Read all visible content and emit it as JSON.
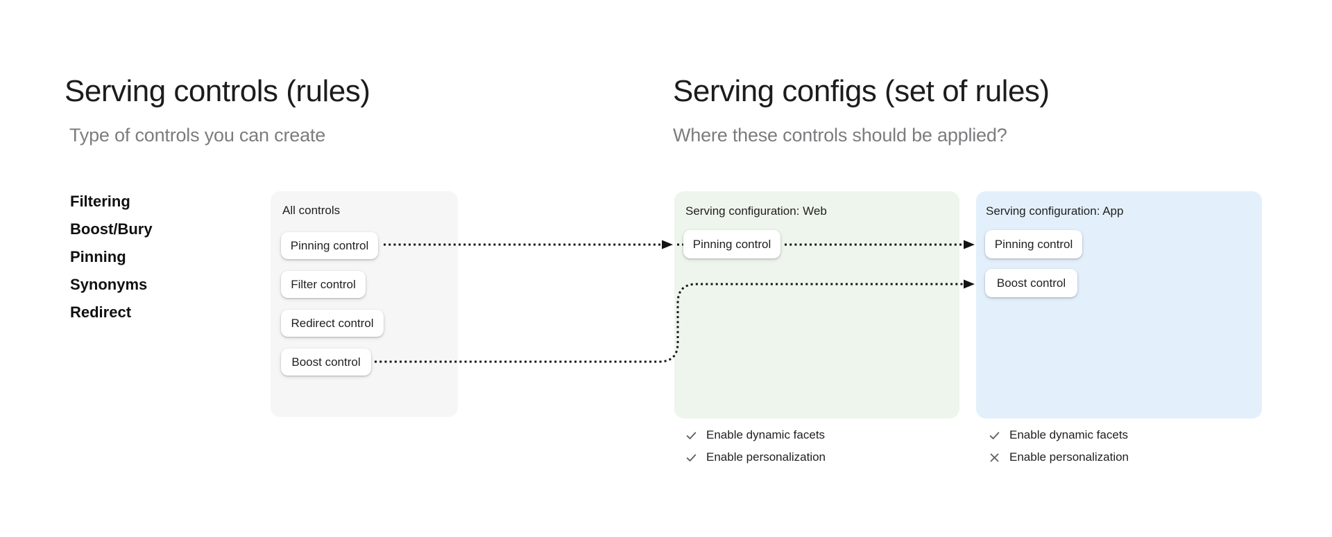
{
  "sections": {
    "controls": {
      "title": "Serving controls (rules)",
      "subtitle": "Type of controls you can create",
      "control_types": [
        "Filtering",
        "Boost/Bury",
        "Pinning",
        "Synonyms",
        "Redirect"
      ],
      "all_controls": {
        "label": "All controls",
        "items": [
          "Pinning control",
          "Filter control",
          "Redirect control",
          "Boost control"
        ]
      }
    },
    "configs": {
      "title": "Serving configs (set of rules)",
      "subtitle": "Where these controls should be applied?",
      "cards": [
        {
          "label": "Serving configuration: Web",
          "items": [
            "Pinning control"
          ],
          "features": [
            {
              "icon": "check-icon",
              "label": "Enable dynamic facets"
            },
            {
              "icon": "check-icon",
              "label": "Enable personalization"
            }
          ]
        },
        {
          "label": "Serving configuration: App",
          "items": [
            "Pinning control",
            "Boost control"
          ],
          "features": [
            {
              "icon": "check-icon",
              "label": "Enable dynamic facets"
            },
            {
              "icon": "x-icon",
              "label": "Enable personalization"
            }
          ]
        }
      ]
    }
  },
  "colors": {
    "all_controls_card_bg": "#f6f6f6",
    "web_card_bg": "#eef5ec",
    "app_card_bg": "#e3f0fb",
    "chip_bg": "#ffffff",
    "heading_text": "#1c1c1c",
    "muted_text": "#7b7c7e",
    "icon_gray": "#5f6368",
    "arrow": "#141414"
  }
}
